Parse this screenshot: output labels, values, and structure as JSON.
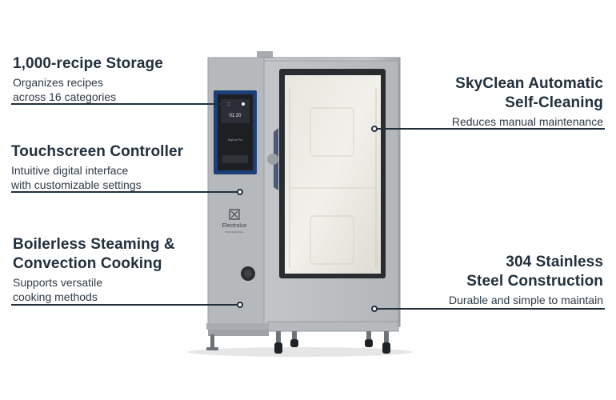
{
  "features": [
    {
      "id": "storage",
      "title": "1,000-recipe Storage",
      "lines": [
        "Organizes recipes",
        "across 16 categories"
      ]
    },
    {
      "id": "touch",
      "title": "Touchscreen Controller",
      "lines": [
        "Intuitive digital interface",
        "with customizable settings"
      ]
    },
    {
      "id": "steam",
      "title_lines": [
        "Boilerless Steaming &",
        "Convection Cooking"
      ],
      "lines": [
        "Supports versatile",
        "cooking methods"
      ]
    },
    {
      "id": "skyclean",
      "title_lines": [
        "SkyClean Automatic",
        "Self-Cleaning"
      ],
      "lines": [
        "Reduces manual maintenance"
      ]
    },
    {
      "id": "steel",
      "title_lines": [
        "304 Stainless",
        "Steel Construction"
      ],
      "lines": [
        "Durable and simple to maintain"
      ]
    }
  ],
  "oven": {
    "brand": "Electrolux",
    "brand_sub": "PROFESSIONAL",
    "panel_label": "SkyLine Pro",
    "display_time": "01:20"
  },
  "colors": {
    "text": "#22303d",
    "steel": "#b9bcbf",
    "accent_blue": "#1c3f7a"
  }
}
